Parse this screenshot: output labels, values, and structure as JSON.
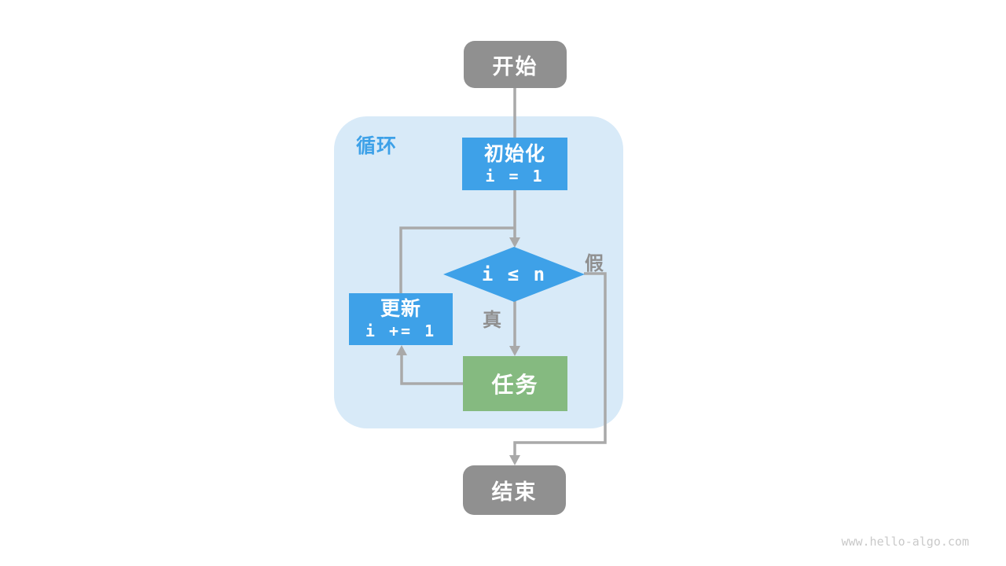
{
  "diagram": {
    "loop_label": "循环",
    "nodes": {
      "start": {
        "label": "开始"
      },
      "init": {
        "title": "初始化",
        "code": "i = 1"
      },
      "condition": {
        "code": "i ≤ n"
      },
      "update": {
        "title": "更新",
        "code": "i += 1"
      },
      "task": {
        "label": "任务"
      },
      "end": {
        "label": "结束"
      }
    },
    "edge_labels": {
      "true_branch": "真",
      "false_branch": "假"
    }
  },
  "watermark": "www.hello-algo.com",
  "colors": {
    "node_gray": "#909090",
    "box_blue": "#3EA1E8",
    "box_green": "#85BA80",
    "loop_bg": "#D8EAF8",
    "label_blue": "#3DA1E8",
    "edge_gray": "#A9A9A9",
    "edge_label_gray": "#8F8F8F",
    "watermark_gray": "#C9C9C9"
  }
}
